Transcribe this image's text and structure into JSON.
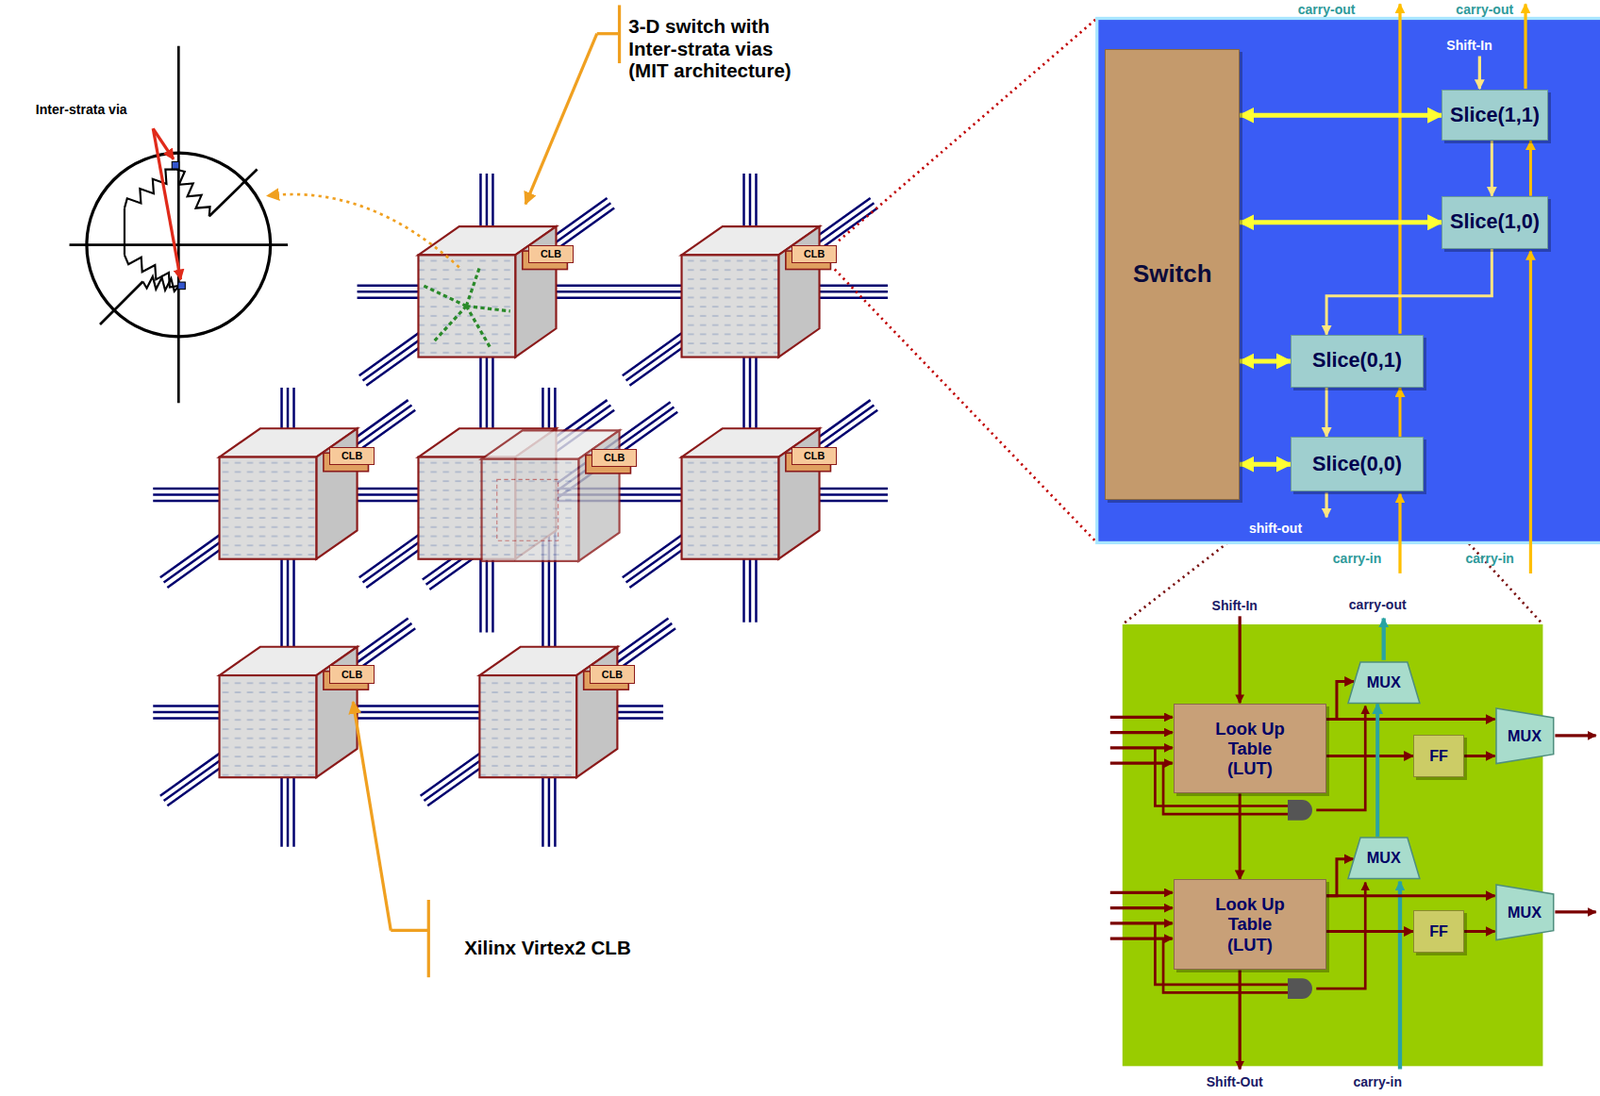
{
  "diagram": {
    "nodes": [
      {
        "text": [
          "CLB"
        ]
      },
      {
        "text": [
          "CLB"
        ]
      },
      {
        "text": [
          "CLB"
        ]
      },
      {
        "text": [
          "CLB"
        ]
      },
      {
        "text": [
          "CLB"
        ]
      },
      {
        "text": [
          "CLB"
        ]
      },
      {
        "text": [
          "CLB"
        ]
      },
      {
        "text": [
          "Switch"
        ]
      },
      {
        "text": [
          "Slice(1,1)"
        ]
      },
      {
        "text": [
          "Slice(1,0)"
        ]
      },
      {
        "text": [
          "Slice(0,1)"
        ]
      },
      {
        "text": [
          "Slice(0,0)"
        ]
      },
      {
        "text": [
          "MUX"
        ]
      },
      {
        "text": [
          "Look Up Table (LUT)"
        ]
      },
      {
        "text": [
          "MUX"
        ]
      },
      {
        "text": [
          "FF"
        ]
      },
      {
        "text": [
          "MUX"
        ]
      },
      {
        "text": [
          "Look Up Table (LUT)"
        ]
      },
      {
        "text": [
          "MUX"
        ]
      },
      {
        "text": [
          "FF"
        ]
      }
    ],
    "edges": [
      {
        "from": 7,
        "to": 8,
        "arrow": "both"
      },
      {
        "from": 7,
        "to": 9,
        "arrow": "both"
      },
      {
        "from": 7,
        "to": 10,
        "arrow": "both"
      },
      {
        "from": 7,
        "to": 11,
        "arrow": "both"
      },
      {
        "from": 8,
        "to": 9,
        "arrow": "to"
      },
      {
        "from": 9,
        "to": 8,
        "arrow": "to"
      },
      {
        "from": 9,
        "to": 10,
        "arrow": "to"
      },
      {
        "from": 10,
        "to": 11,
        "arrow": "to"
      },
      {
        "from": 11,
        "to": 10,
        "arrow": "to"
      },
      {
        "from": 13,
        "to": 17,
        "arrow": "to"
      },
      {
        "from": 13,
        "to": 12,
        "arrow": "to"
      },
      {
        "from": 13,
        "to": 14,
        "arrow": "to"
      },
      {
        "from": 13,
        "to": 15,
        "arrow": "to"
      },
      {
        "from": 15,
        "to": 14,
        "arrow": "to"
      },
      {
        "from": 16,
        "to": 12,
        "arrow": "to"
      },
      {
        "from": 17,
        "to": 16,
        "arrow": "to"
      },
      {
        "from": 17,
        "to": 18,
        "arrow": "to"
      },
      {
        "from": 17,
        "to": 19,
        "arrow": "to"
      },
      {
        "from": 19,
        "to": 18,
        "arrow": "to"
      }
    ],
    "labels": [
      "Inter-strata via",
      "3-D switch with Inter-strata vias (MIT architecture)",
      "Xilinx Virtex2 CLB",
      "carry-out",
      "carry-out",
      "Shift-In",
      "shift-out",
      "carry-in",
      "carry-in",
      "Shift-In",
      "carry-out",
      "Shift-Out",
      "carry-in"
    ]
  }
}
